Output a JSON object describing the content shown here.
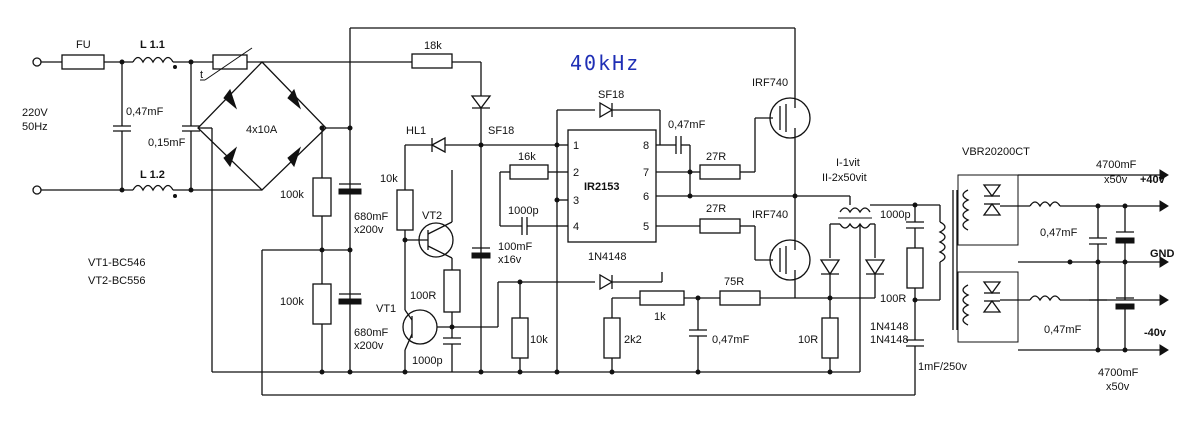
{
  "labels": {
    "fuse": "FU",
    "l11": "L 1.1",
    "l12": "L 1.2",
    "mains": "220V",
    "mains_freq": "50Hz",
    "cx1": "0,47mF",
    "cx2": "0,15mF",
    "thermistor_t": "t",
    "bridge": "4x10A",
    "r_18k": "18k",
    "freq": "40kHz",
    "sf18_top": "SF18",
    "sf18_left": "SF18",
    "irf_top": "IRF740",
    "irf_bot": "IRF740",
    "hl1": "HL1",
    "c047_boot": "0,47mF",
    "r16k": "16k",
    "ic": "IR2153",
    "r27r_top": "27R",
    "r27r_bot": "27R",
    "c1000p_ic": "1000p",
    "r10k_vt": "10k",
    "vt2": "VT2",
    "c100mf": "100mF",
    "c100mf_v": "x16v",
    "r100k_top": "100k",
    "r100k_bot": "100k",
    "c680_top": "680mF",
    "c680_top_v": "x200v",
    "c680_bot": "680mF",
    "c680_bot_v": "x200v",
    "note_vt1": "VT1-BC546",
    "note_vt2": "VT2-BC556",
    "d1n4148_top": "1N4148",
    "r75r": "75R",
    "pot1k": "1k",
    "r100r": "100R",
    "vt1": "VT1",
    "c1000p_vt": "1000p",
    "r10k_bot": "10k",
    "r2k2": "2k2",
    "c047_bot": "0,47mF",
    "tr_i": "I-1vit",
    "tr_ii": "II-2x50vit",
    "snub_c": "1000p",
    "snub_r": "100R",
    "r10r": "10R",
    "d1n4148_a": "1N4148",
    "d1n4148_b": "1N4148",
    "c1mf": "1mF/250v",
    "rect": "VBR20200CT",
    "cout_top": "4700mF",
    "cout_top_v": "x50v",
    "plus40": "+40v",
    "c047_out1": "0,47mF",
    "gnd": "GND",
    "c047_out2": "0,47mF",
    "minus40": "-40v",
    "cout_bot": "4700mF",
    "cout_bot_v": "x50v",
    "pin1": "1",
    "pin2": "2",
    "pin3": "3",
    "pin4": "4",
    "pin5": "5",
    "pin6": "6",
    "pin7": "7",
    "pin8": "8"
  }
}
